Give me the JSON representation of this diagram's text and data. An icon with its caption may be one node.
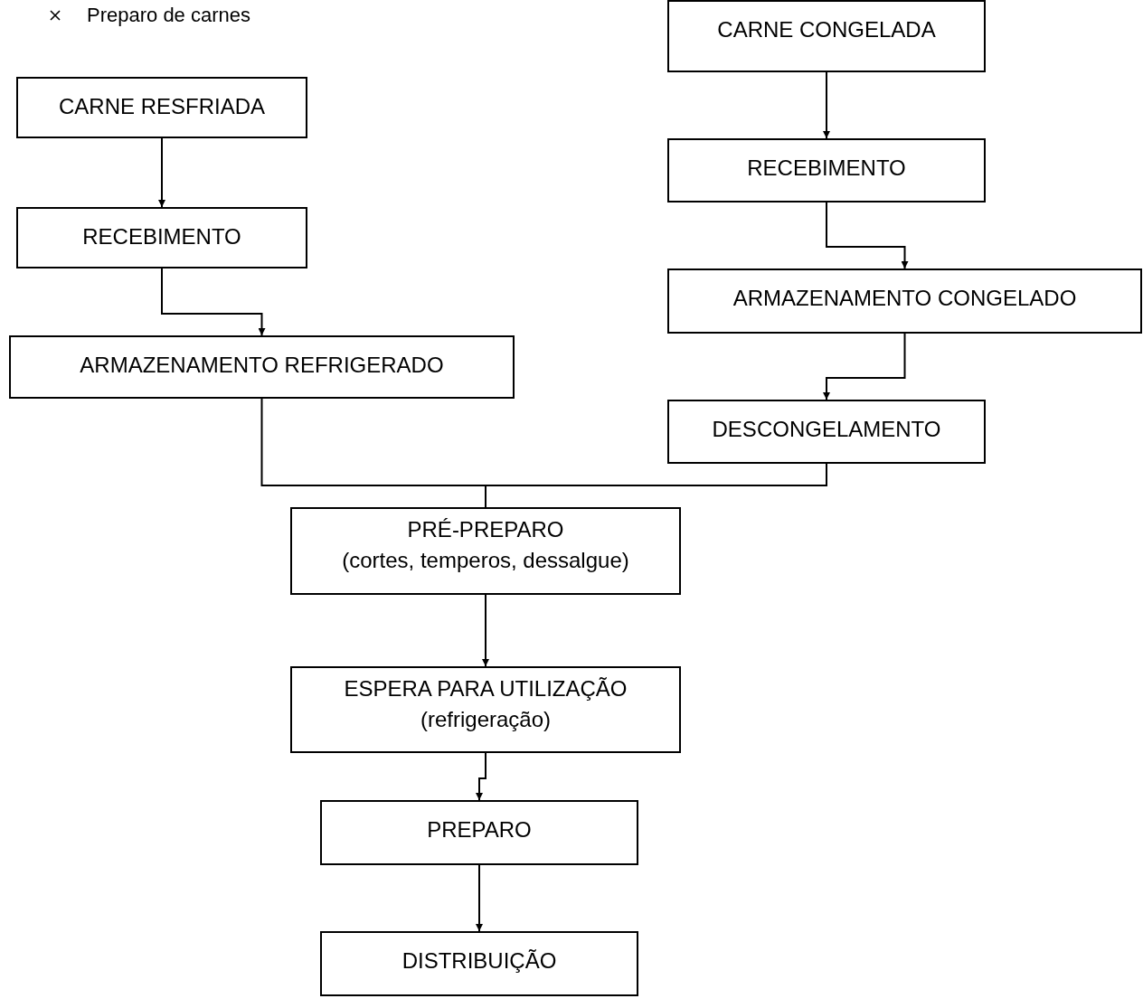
{
  "diagram": {
    "title": "Preparo de carnes",
    "nodes": [
      {
        "text": [
          "CARNE RESFRIADA"
        ]
      },
      {
        "text": [
          "RECEBIMENTO"
        ]
      },
      {
        "text": [
          "ARMAZENAMENTO REFRIGERADO"
        ]
      },
      {
        "text": [
          "CARNE CONGELADA"
        ]
      },
      {
        "text": [
          "RECEBIMENTO"
        ]
      },
      {
        "text": [
          "ARMAZENAMENTO CONGELADO"
        ]
      },
      {
        "text": [
          "DESCONGELAMENTO"
        ]
      },
      {
        "text": [
          "PRÉ-PREPARO",
          "(cortes, temperos, dessalgue)"
        ]
      },
      {
        "text": [
          "ESPERA PARA UTILIZAÇÃO",
          "(refrigeração)"
        ]
      },
      {
        "text": [
          "PREPARO"
        ]
      },
      {
        "text": [
          "DISTRIBUIÇÃO"
        ]
      }
    ],
    "edges": [
      {
        "from": 0,
        "to": 1,
        "arrow": "to"
      },
      {
        "from": 1,
        "to": 2,
        "arrow": "to"
      },
      {
        "from": 3,
        "to": 4,
        "arrow": "to"
      },
      {
        "from": 4,
        "to": 5,
        "arrow": "to"
      },
      {
        "from": 5,
        "to": 6,
        "arrow": "to"
      },
      {
        "from": 2,
        "to": 7,
        "arrow": "none"
      },
      {
        "from": 6,
        "to": 7,
        "arrow": "none"
      },
      {
        "from": 7,
        "to": 8,
        "arrow": "to"
      },
      {
        "from": 8,
        "to": 9,
        "arrow": "to"
      },
      {
        "from": 9,
        "to": 10,
        "arrow": "to"
      }
    ]
  }
}
